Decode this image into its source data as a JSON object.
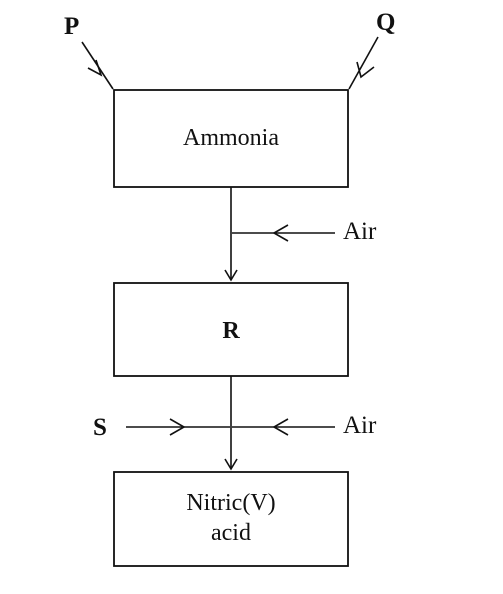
{
  "diagram": {
    "inputs": {
      "p": "P",
      "q": "Q",
      "s": "S"
    },
    "air_labels": {
      "upper": "Air",
      "lower": "Air"
    },
    "boxes": {
      "ammonia": "Ammonia",
      "r": "R",
      "nitric_line1": "Nitric(V)",
      "nitric_line2": "acid"
    }
  }
}
